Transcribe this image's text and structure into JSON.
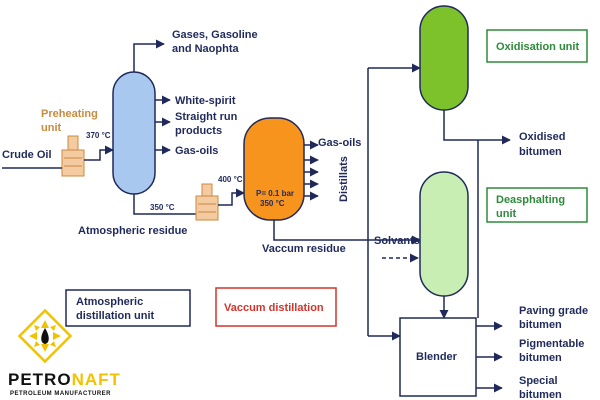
{
  "logo": {
    "name_part1": "PETRO",
    "name_part2": "NAFT",
    "tagline": "PETROLEUM MANUFACTURER",
    "accent": "#f2c200"
  },
  "labels": {
    "crude_oil": "Crude Oil",
    "preheating_line1": "Preheating",
    "preheating_line2": "unit",
    "temp_370": "370 °C",
    "temp_350_a": "350 °C",
    "temp_400": "400 °C",
    "gases_line1": "Gases, Gasoline",
    "gases_line2": "and Naophta",
    "white_spirit": "White-spirit",
    "straight_run_line1": "Straight run",
    "straight_run_line2": "products",
    "gas_oils_1": "Gas-oils",
    "atmospheric_residue": "Atmospheric residue",
    "vacuum_pressure": "P= 0.1 bar",
    "vacuum_temp": "350 °C",
    "gas_oils_2": "Gas-oils",
    "distillats": "Distillats",
    "vaccum_residue": "Vaccum residue",
    "solvants": "Solvants",
    "oxidised_line1": "Oxidised",
    "oxidised_line2": "bitumen",
    "blender": "Blender",
    "paving_line1": "Paving grade",
    "paving_line2": "bitumen",
    "pigmentable_line1": "Pigmentable",
    "pigmentable_line2": "bitumen",
    "special_line1": "Special",
    "special_line2": "bitumen"
  },
  "boxes": {
    "oxidisation_unit": "Oxidisation unit",
    "deasphalting_line1": "Deasphalting",
    "deasphalting_line2": "unit",
    "atm_unit_line1": "Atmospheric",
    "atm_unit_line2": "distillation unit",
    "vaccum_distillation": "Vaccum distillation"
  },
  "colors": {
    "line": "#1f2a5a",
    "atmospheric_column": "#a9c8f0",
    "vacuum_column": "#f7941d",
    "oxidisation_column": "#7dc22a",
    "deasphalting_column": "#c9eeb4",
    "furnace": "#f4caa0",
    "green_box": "#2e8b3a",
    "red_box": "#d4342c",
    "navy_box": "#1f2a5a"
  }
}
